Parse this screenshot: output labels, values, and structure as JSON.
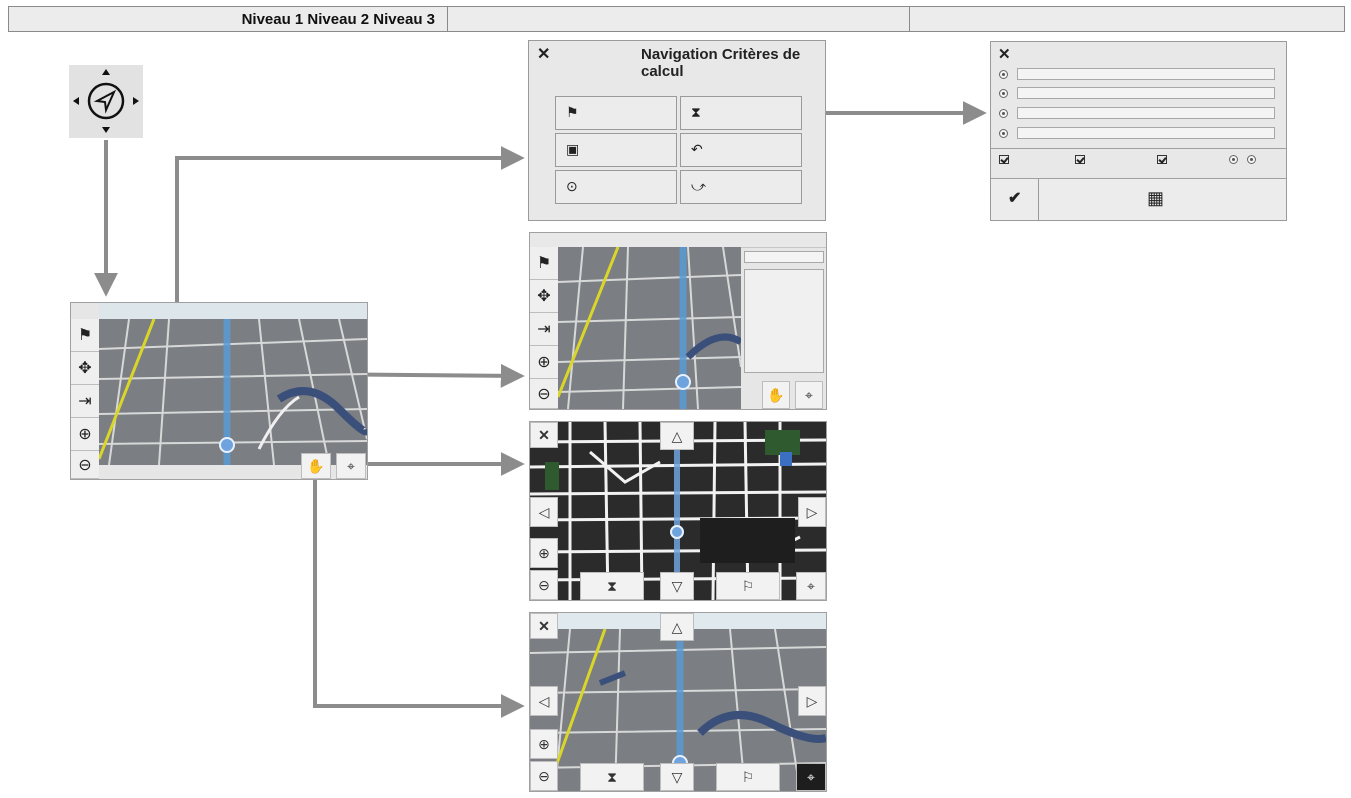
{
  "header": {
    "col1_text": "Niveau 1 Niveau 2 Niveau 3",
    "col2_text": "",
    "col3_text": ""
  },
  "nav_panel": {
    "title": "Navigation Critères de calcul",
    "close_icon": "close-icon",
    "buttons": [
      {
        "icon": "destination-flag-icon"
      },
      {
        "icon": "route-criteria-icon"
      },
      {
        "icon": "save-icon"
      },
      {
        "icon": "u-turn-icon"
      },
      {
        "icon": "position-icon"
      },
      {
        "icon": "detour-icon"
      }
    ]
  },
  "criteria_panel": {
    "close_icon": "close-icon",
    "rows": 4,
    "options_row": [
      "checkbox",
      "checkbox",
      "checkbox",
      "radio-pair"
    ],
    "confirm_icon": "checkmark-icon",
    "map_icon": "map-grid-icon"
  },
  "colors": {
    "arrow": "#8c8c8c",
    "panel_bg": "#e8e8e8",
    "route": "#5b9bd5",
    "highway": "#d9d629",
    "map_dark": "#2a2a2a",
    "map_gray": "#7b7e82"
  }
}
